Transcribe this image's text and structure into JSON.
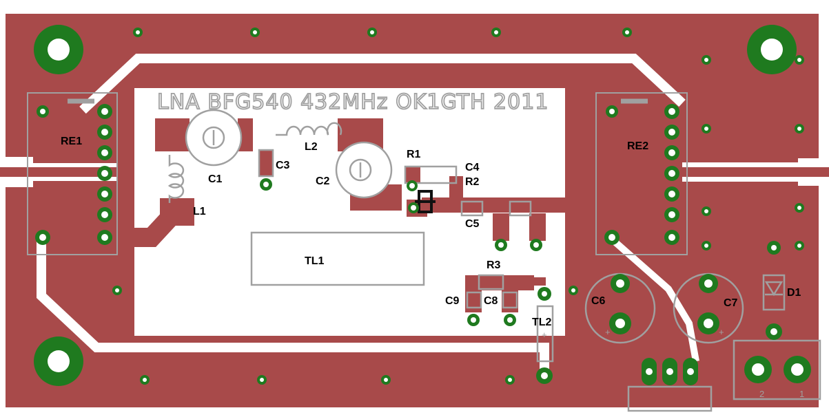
{
  "board": {
    "title": "LNA BFG540 432MHz OK1GTH 2011",
    "colors": {
      "copper": "#a84a4a",
      "pad": "#1f7a1f",
      "drill": "#ffffff",
      "silkscreen": "#a0a0a0",
      "label": "#000000"
    }
  },
  "components": {
    "re1": "RE1",
    "re2": "RE2",
    "c1": "C1",
    "c2": "C2",
    "c3": "C3",
    "c4": "C4",
    "c5": "C5",
    "c6": "C6",
    "c7": "C7",
    "c8": "C8",
    "c9": "C9",
    "l1": "L1",
    "l2": "L2",
    "r1": "R1",
    "r2": "R2",
    "r3": "R3",
    "tl1": "TL1",
    "tl2": "TL2",
    "d1": "D1"
  },
  "connector": {
    "pin2": "2",
    "pin1": "1"
  },
  "polarity": {
    "plus": "+",
    "minus": "−"
  }
}
